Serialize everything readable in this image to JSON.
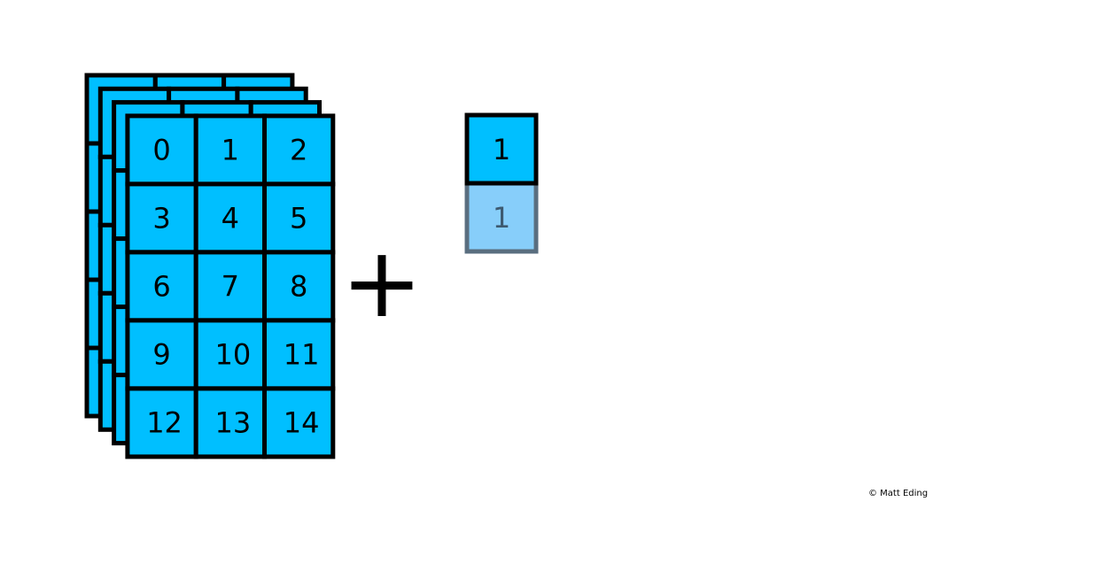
{
  "colors": {
    "cell_fill": "#00bfff",
    "cell_stroke": "#000000",
    "ghost_fill": "#87cefa",
    "ghost_stroke": "#5a6e7f",
    "background": "#ffffff"
  },
  "left_array": {
    "layers": 4,
    "rows": 5,
    "cols": 3,
    "values": [
      [
        "0",
        "1",
        "2"
      ],
      [
        "3",
        "4",
        "5"
      ],
      [
        "6",
        "7",
        "8"
      ],
      [
        "9",
        "10",
        "11"
      ],
      [
        "12",
        "13",
        "14"
      ]
    ]
  },
  "operator": "+",
  "right_array": {
    "cell_value": "1",
    "broadcast_ghost_value": "1"
  },
  "credit": "© Matt Eding"
}
